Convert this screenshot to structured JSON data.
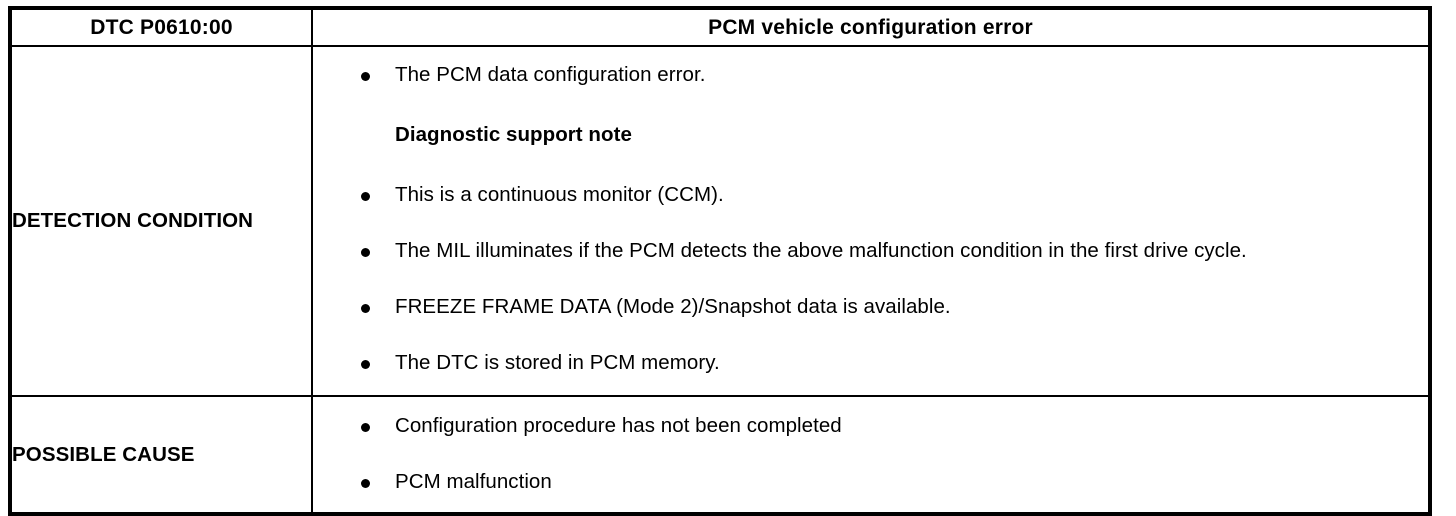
{
  "table": {
    "header": {
      "dtc_code": "DTC P0610:00",
      "title": "PCM vehicle configuration error"
    },
    "rows": [
      {
        "label": "DETECTION CONDITION",
        "items": [
          {
            "kind": "bullet",
            "text": "The PCM data configuration error."
          },
          {
            "kind": "note",
            "text": "Diagnostic support note"
          },
          {
            "kind": "bullet",
            "text": "This is a continuous monitor (CCM)."
          },
          {
            "kind": "bullet",
            "text": "The MIL illuminates if the PCM detects the above malfunction condition in the first drive cycle."
          },
          {
            "kind": "bullet",
            "text": "FREEZE FRAME DATA (Mode 2)/Snapshot data is available."
          },
          {
            "kind": "bullet",
            "text": "The DTC is stored in PCM memory."
          }
        ]
      },
      {
        "label": "POSSIBLE CAUSE",
        "items": [
          {
            "kind": "bullet",
            "text": "Configuration procedure has not been completed"
          },
          {
            "kind": "bullet",
            "text": "PCM malfunction"
          }
        ]
      }
    ]
  },
  "colors": {
    "border": "#000000",
    "text": "#000000",
    "background": "#ffffff"
  }
}
